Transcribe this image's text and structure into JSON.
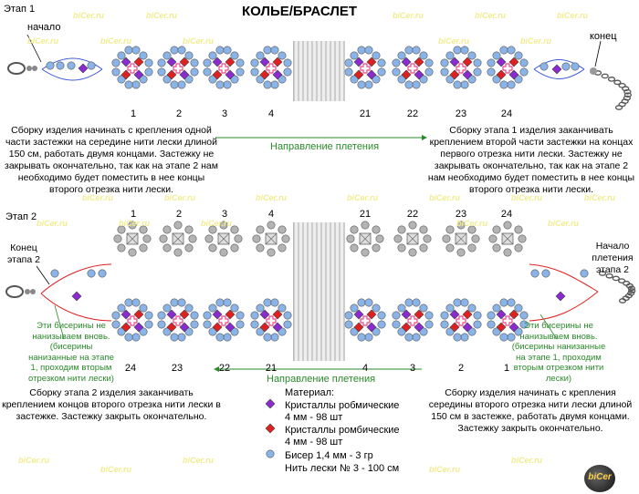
{
  "title": "КОЛЬЕ/БРАСЛЕТ",
  "watermark": "biCer.ru",
  "logo_text": "biCer",
  "stage1": {
    "label": "Этап 1",
    "start": "начало",
    "end": "конец",
    "numbers_left": [
      "1",
      "2",
      "3",
      "4"
    ],
    "numbers_right": [
      "21",
      "22",
      "23",
      "24"
    ],
    "text_left": "Сборку изделия начинать с крепления одной части застежки на середине нити лески длиной 150 см, работать двумя концами. Застежку не закрывать окончательно, так как на этапе 2 нам необходимо будет поместить в нее концы второго отрезка нити лески.",
    "text_right": "Сборку этапа 1 изделия заканчивать креплением второй части застежки на концах первого отрезка нити лески. Застежку не закрывать окончательно, так как на этапе 2 нам необходимо будет поместить в нее концы второго отрезка нити лески.",
    "direction": "Направление плетения"
  },
  "stage2": {
    "label": "Этап 2",
    "end_label": "Конец этапа 2",
    "start_label": "Начало плетения этапа 2",
    "numbers_top_left": [
      "1",
      "2",
      "3",
      "4"
    ],
    "numbers_top_right": [
      "21",
      "22",
      "23",
      "24"
    ],
    "numbers_bottom_left": [
      "24",
      "23",
      "22",
      "21"
    ],
    "numbers_bottom_right": [
      "4",
      "3",
      "2",
      "1"
    ],
    "note_left": "Эти бисерины не нанизываем вновь. (бисерины нанизанные на этапе 1, проходим вторым отрезком нити лески)",
    "note_right": "Эти бисерины не нанизываем вновь. (бисерины нанизанные на этапе 1, проходим вторым отрезком нити лески)",
    "direction": "Направление плетения",
    "text_left": "Сборку этапа 2 изделия заканчивать креплением концов второго отрезка нити лески в застежке. Застежку закрыть окончательно.",
    "text_right": "Сборку изделия начинать с крепления середины второго отрезка нити лески длиной 150 см в застежке, работать двумя концами. Застежку закрыть окончательно."
  },
  "materials": {
    "title": "Материал:",
    "items": [
      {
        "name": "Кристаллы робмические",
        "spec": "4 мм - 98 шт",
        "color": "#b07ad8"
      },
      {
        "name": "Кристаллы ромбические",
        "spec": "4 мм - 98 шт",
        "color": "#d03030"
      },
      {
        "name": "Бисер 1,4 мм - 3 гр",
        "spec": "",
        "color": "#8ab4e8"
      },
      {
        "name": "Нить лески № 3 -  100 см",
        "spec": "",
        "color": ""
      }
    ]
  },
  "colors": {
    "pink": "#e84a8c",
    "blue": "#3a5ad8",
    "red": "#e02020",
    "purple": "#8a2ad0",
    "bead": "#8ab4e8",
    "gray": "#b4b4b4",
    "green": "#2a8a2a"
  }
}
